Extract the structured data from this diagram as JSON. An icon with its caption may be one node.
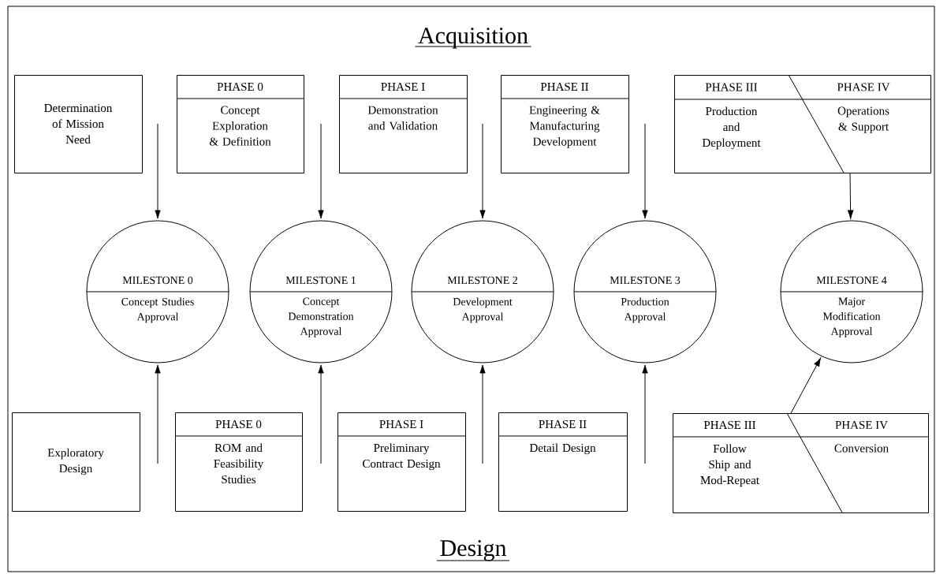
{
  "diagram": {
    "title": "Acquisition",
    "caption": "Design",
    "nodes": [
      {
        "text": [
          "Determination of Mission Need"
        ]
      },
      {
        "text": [
          "PHASE 0",
          "Concept Exploration & Definition"
        ]
      },
      {
        "text": [
          "PHASE I",
          "Demonstration and Validation"
        ]
      },
      {
        "text": [
          "PHASE II",
          "Engineering & Manufacturing Development"
        ]
      },
      {
        "text": [
          "PHASE III",
          "PHASE IV",
          "Production and Deployment",
          "Operations & Support"
        ]
      },
      {
        "text": [
          "MILESTONE 0",
          "Concept Studies Approval"
        ]
      },
      {
        "text": [
          "MILESTONE 1",
          "Concept Demonstration Approval"
        ]
      },
      {
        "text": [
          "MILESTONE 2",
          "Development Approval"
        ]
      },
      {
        "text": [
          "MILESTONE 3",
          "Production Approval"
        ]
      },
      {
        "text": [
          "MILESTONE 4",
          "Major Modification Approval"
        ]
      },
      {
        "text": [
          "Exploratory Design"
        ]
      },
      {
        "text": [
          "PHASE 0",
          "ROM and Feasibility Studies"
        ]
      },
      {
        "text": [
          "PHASE I",
          "Preliminary Contract Design"
        ]
      },
      {
        "text": [
          "PHASE II",
          "Detail Design"
        ]
      },
      {
        "text": [
          "PHASE III",
          "PHASE IV",
          "Follow Ship and Mod-Repeat",
          "Conversion"
        ]
      }
    ],
    "edges": [
      {
        "from": null,
        "to": 5,
        "arrow": "to"
      },
      {
        "from": null,
        "to": 6,
        "arrow": "to"
      },
      {
        "from": null,
        "to": 7,
        "arrow": "to"
      },
      {
        "from": null,
        "to": 8,
        "arrow": "to"
      },
      {
        "from": 4,
        "to": 9,
        "arrow": "to"
      },
      {
        "from": null,
        "to": 5,
        "arrow": "to"
      },
      {
        "from": null,
        "to": 6,
        "arrow": "to"
      },
      {
        "from": null,
        "to": 7,
        "arrow": "to"
      },
      {
        "from": null,
        "to": 8,
        "arrow": "to"
      },
      {
        "from": 14,
        "to": 9,
        "arrow": "to"
      }
    ]
  }
}
